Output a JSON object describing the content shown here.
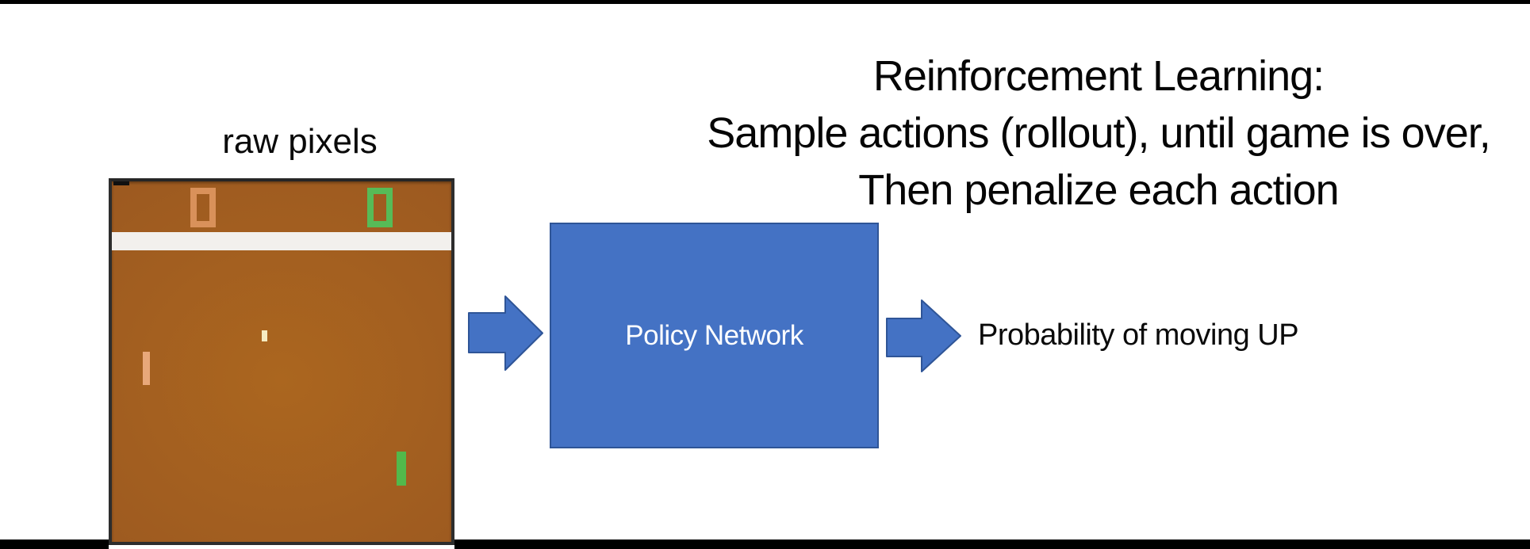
{
  "slide": {
    "title_lines": [
      "Reinforcement Learning:",
      "Sample actions (rollout), until game is over,",
      "Then penalize each action"
    ],
    "raw_pixels_label": "raw pixels",
    "policy_network_label": "Policy Network",
    "probability_label": "Probability of moving UP"
  },
  "game": {
    "description": "Atari Pong frame",
    "player_score": "0",
    "opponent_score": "0"
  },
  "colors": {
    "accent_blue": "#4472c4",
    "accent_blue_border": "#2f5597",
    "game_background_brown": "#9d5a20",
    "score_orange": "#d9915a",
    "score_green": "#57bb57",
    "paddle_orange": "#e8a87a",
    "paddle_green": "#52b94b",
    "ball_cream": "#f6ebc1",
    "divider_white": "#f2f0ed",
    "bar_black": "#000000"
  }
}
